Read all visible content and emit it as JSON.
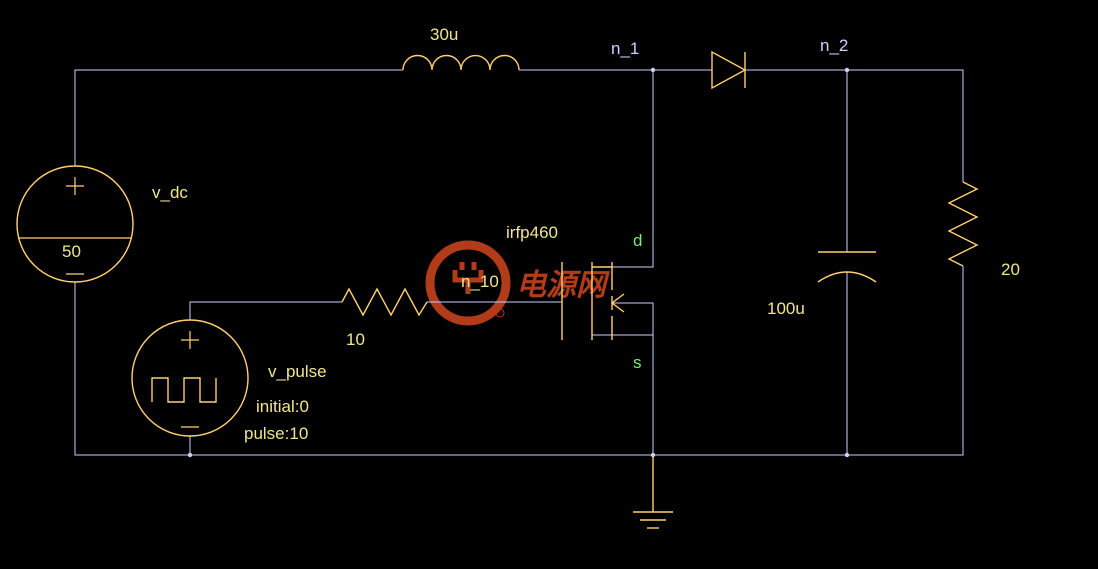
{
  "colors": {
    "background": "#000000",
    "wire": "#c8d2ff",
    "component": "#ffd070",
    "label": "#f0e68c",
    "pin_label": "#7ee87e",
    "node_label": "#c8d2ff",
    "watermark": "#d2461e"
  },
  "components": {
    "inductor": {
      "value": "30u"
    },
    "v_dc": {
      "name": "v_dc",
      "value": "50"
    },
    "v_pulse": {
      "name": "v_pulse",
      "initial": "initial:0",
      "pulse": "pulse:10"
    },
    "resistor_gate": {
      "value": "10"
    },
    "mosfet": {
      "model": "irfp460",
      "drain_pin": "d",
      "source_pin": "s"
    },
    "capacitor": {
      "value": "100u"
    },
    "resistor_load": {
      "value": "20"
    }
  },
  "nodes": {
    "n1": "n_1",
    "n2": "n_2",
    "n10": "n_10"
  },
  "watermark": {
    "text": "电源网",
    "icon": "plug-logo-icon"
  }
}
